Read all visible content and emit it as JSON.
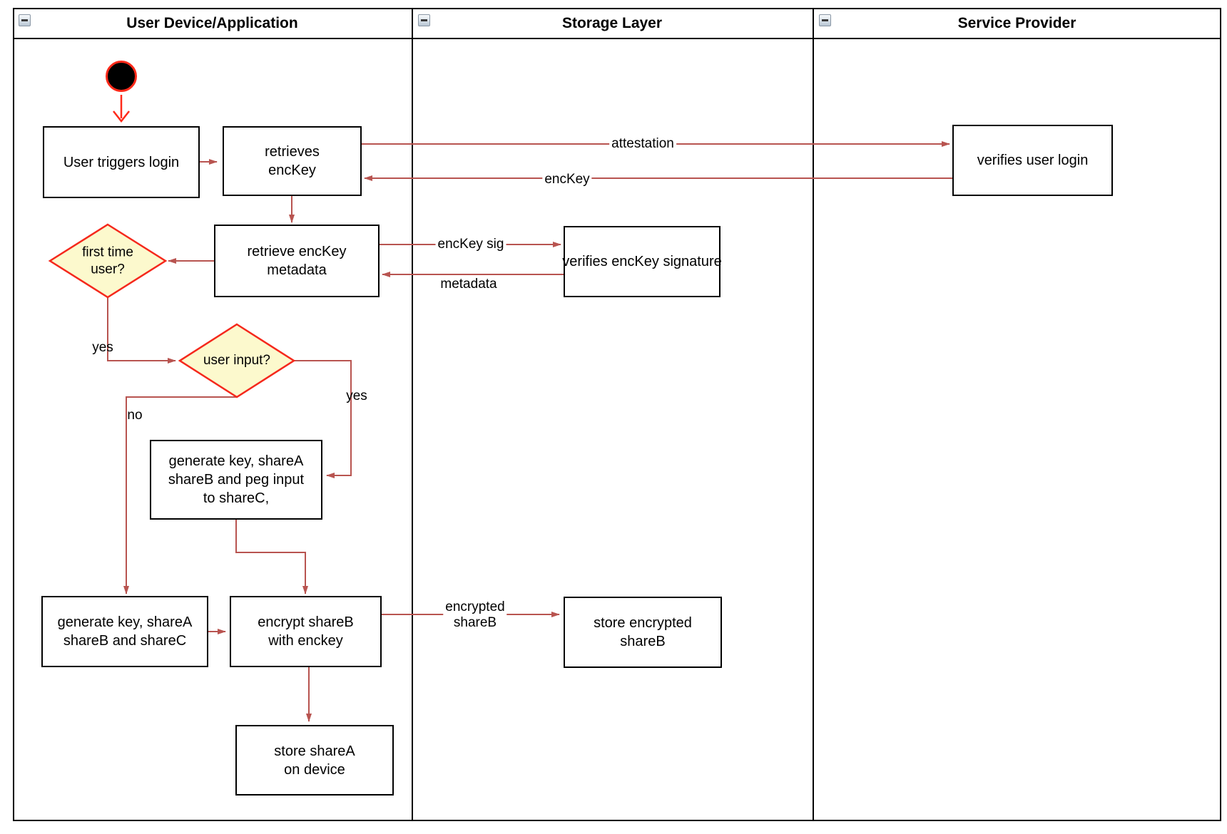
{
  "pool": {
    "lanes": [
      {
        "title": "User Device/Application"
      },
      {
        "title": "Storage Layer"
      },
      {
        "title": "Service Provider"
      }
    ]
  },
  "icons": {
    "collapse": "minus-icon"
  },
  "nodes": {
    "start": {
      "type": "initial-state"
    },
    "user_triggers_login": {
      "label": "User triggers login"
    },
    "retrieves_enckey": {
      "label": "retrieves\nencKey"
    },
    "verifies_user_login": {
      "label": "verifies user login"
    },
    "retrieve_enckey_metadata": {
      "label": "retrieve encKey\nmetadata"
    },
    "verifies_enckey_signature": {
      "label": "verifies encKey signature"
    },
    "first_time_user": {
      "label": "first time\nuser?",
      "type": "decision"
    },
    "user_input": {
      "label": "user input?",
      "type": "decision"
    },
    "generate_peg": {
      "label": "generate key, shareA\nshareB and peg input\nto shareC,"
    },
    "generate_abc": {
      "label": "generate key, shareA\nshareB and shareC"
    },
    "encrypt_shareb": {
      "label": "encrypt shareB\nwith enckey"
    },
    "store_encrypted_shareb": {
      "label": "store encrypted\nshareB"
    },
    "store_sharea": {
      "label": "store shareA\non device"
    }
  },
  "edge_labels": {
    "attestation": "attestation",
    "enckey_return": "encKey",
    "enckey_sig": "encKey sig",
    "metadata_return": "metadata",
    "first_time_yes": "yes",
    "user_input_yes": "yes",
    "user_input_no": "no",
    "encrypted_shareb": "encrypted\nshareB"
  },
  "colors": {
    "connector": "#B85450",
    "accent_red": "#FF2A1A",
    "diamond_fill": "#FCF9CD",
    "diamond_stroke": "#F5281C",
    "node_border": "#000000"
  }
}
